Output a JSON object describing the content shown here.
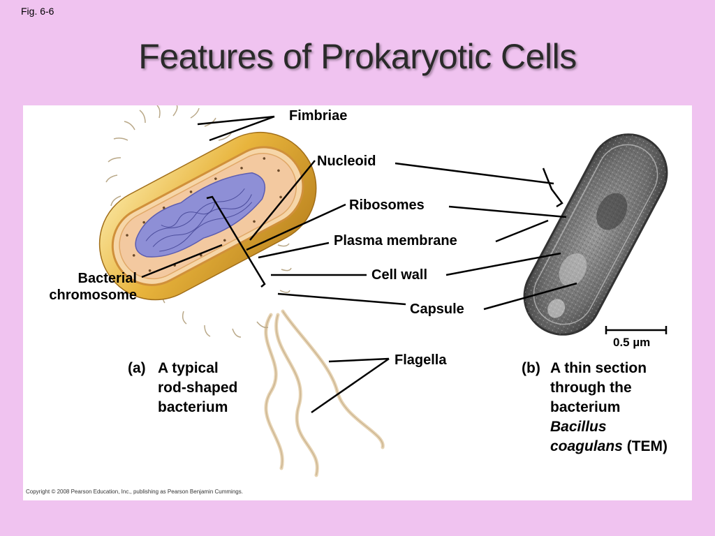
{
  "fig_label": "Fig. 6-6",
  "title": "Features of Prokaryotic Cells",
  "labels": {
    "fimbriae": "Fimbriae",
    "nucleoid": "Nucleoid",
    "ribosomes": "Ribosomes",
    "plasma_membrane": "Plasma membrane",
    "cell_wall": "Cell wall",
    "capsule": "Capsule",
    "flagella": "Flagella",
    "bacterial": "Bacterial",
    "chromosome": "chromosome"
  },
  "scale_bar": "0.5 µm",
  "caption_a": {
    "letter": "(a)",
    "lines": [
      "A typical",
      "rod-shaped",
      "bacterium"
    ]
  },
  "caption_b": {
    "letter": "(b)",
    "line1": "A thin section",
    "line2": "through the",
    "line3": "bacterium",
    "line4_italic": "Bacillus",
    "line5_italic": "coagulans",
    "line5_plain": "(TEM)"
  },
  "copyright": "Copyright © 2008 Pearson Education, Inc., publishing as Pearson Benjamin Cummings.",
  "colors": {
    "background": "#f0c3f0",
    "capsule": "#e8b43c",
    "cytoplasm": "#f3c9a0",
    "nucleoid": "#8e8fd6",
    "tem_gray": "#7a7a7a"
  }
}
